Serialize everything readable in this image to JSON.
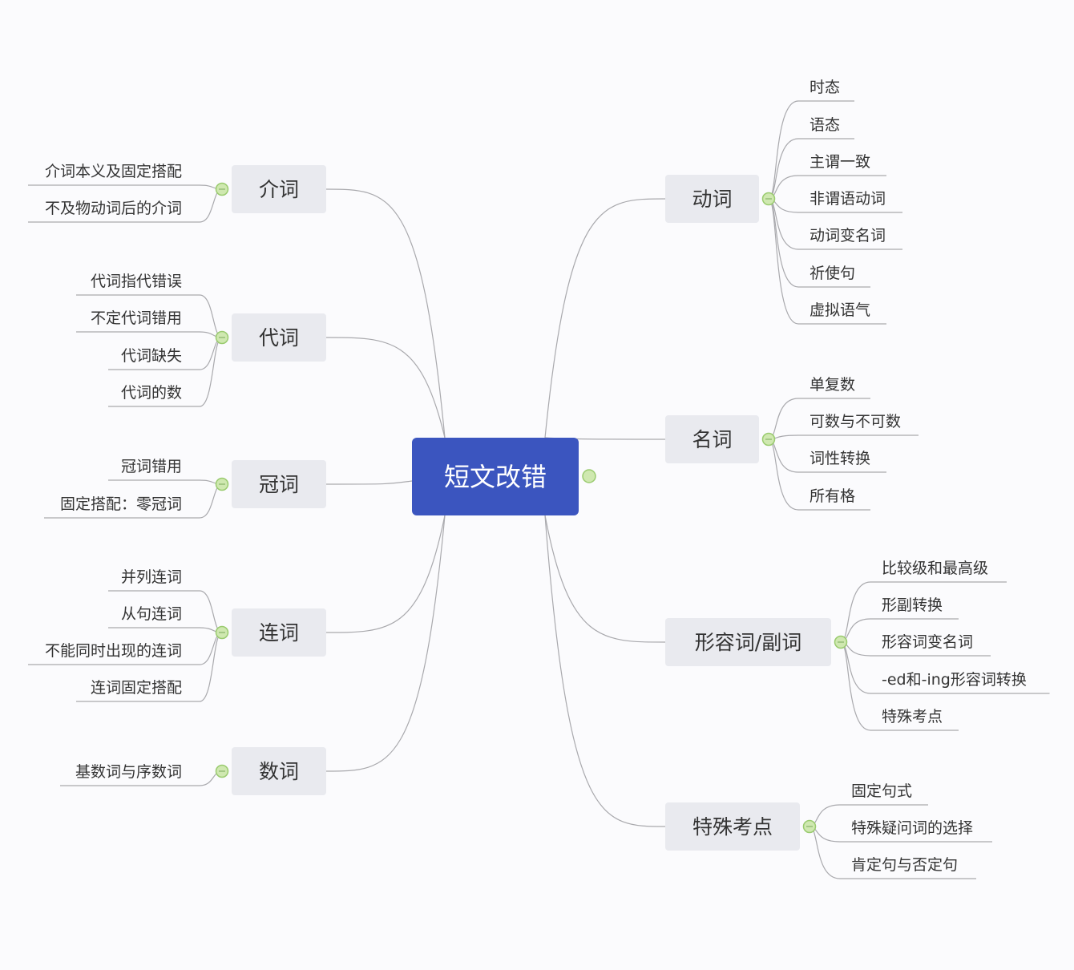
{
  "root": {
    "label": "短文改错",
    "color": "#3b55bf"
  },
  "colors": {
    "branch_bg": "#e9eaef",
    "line": "#a9a9ad",
    "collapse": "#cfe8b0",
    "collapse_border": "#9acb6f"
  },
  "branches": [
    {
      "label": "介词",
      "side": "left",
      "children": [
        "介词本义及固定搭配",
        "不及物动词后的介词"
      ]
    },
    {
      "label": "代词",
      "side": "left",
      "children": [
        "代词指代错误",
        "不定代词错用",
        "代词缺失",
        "代词的数"
      ]
    },
    {
      "label": "冠词",
      "side": "left",
      "children": [
        "冠词错用",
        "固定搭配：零冠词"
      ]
    },
    {
      "label": "连词",
      "side": "left",
      "children": [
        "并列连词",
        "从句连词",
        "不能同时出现的连词",
        "连词固定搭配"
      ]
    },
    {
      "label": "数词",
      "side": "left",
      "children": [
        "基数词与序数词"
      ]
    },
    {
      "label": "动词",
      "side": "right",
      "children": [
        "时态",
        "语态",
        "主谓一致",
        "非谓语动词",
        "动词变名词",
        "祈使句",
        "虚拟语气"
      ]
    },
    {
      "label": "名词",
      "side": "right",
      "children": [
        "单复数",
        "可数与不可数",
        "词性转换",
        "所有格"
      ]
    },
    {
      "label": "形容词/副词",
      "side": "right",
      "children": [
        "比较级和最高级",
        "形副转换",
        "形容词变名词",
        "-ed和-ing形容词转换",
        "特殊考点"
      ]
    },
    {
      "label": "特殊考点",
      "side": "right",
      "children": [
        "固定句式",
        "特殊疑问词的选择",
        "肯定句与否定句"
      ]
    }
  ]
}
